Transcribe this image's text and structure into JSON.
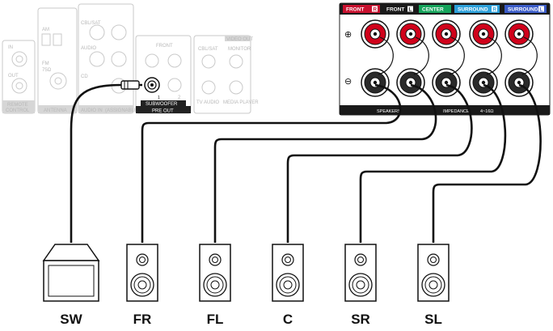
{
  "receiver": {
    "left_panel": {
      "in_label": "IN",
      "out_label": "OUT",
      "remote_control_label_1": "REMOTE",
      "remote_control_label_2": "CONTROL",
      "am_label": "AM",
      "fm_label": "FM",
      "fm_impedance": "75Ω",
      "antenna_label": "ANTENNA",
      "cbl_sat_label": "CBL/SAT",
      "audio_label": "AUDIO",
      "cd_label": "CD",
      "audio_in_label": "AUDIO IN",
      "audio_in_sub": "(ASSIGNABLE)",
      "front_label": "FRONT",
      "subwoofer_label": "SUBWOOFER",
      "pre_out_label": "PRE OUT",
      "sub_num_1": "1",
      "sub_num_2": "2",
      "video_out_label": "VIDEO OUT",
      "monitor_label": "MONITOR",
      "cbl_sat_2_label": "CBL/SAT",
      "media_player_label": "MEDIA PLAYER",
      "tv_audio_label": "TV AUDIO"
    },
    "speaker_panel": {
      "headers": [
        "FRONT",
        "FRONT",
        "CENTER",
        "SURROUND",
        "SURROUND"
      ],
      "header_suffix": [
        "R",
        "L",
        "",
        "R",
        "L"
      ],
      "header_colors": [
        "#c8102e",
        "#ffffff",
        "#14a35a",
        "#2b9fd9",
        "#3a5bc7"
      ],
      "plus_label": "⊕",
      "minus_label": "⊖",
      "speakers_label": "SPEAKERS",
      "impedance_label": "IMPEDANCE",
      "impedance_value": "4~16Ω"
    }
  },
  "speakers": [
    {
      "id": "sw",
      "label": "SW",
      "kind": "subwoofer"
    },
    {
      "id": "fr",
      "label": "FR",
      "kind": "bookshelf"
    },
    {
      "id": "fl",
      "label": "FL",
      "kind": "bookshelf"
    },
    {
      "id": "c",
      "label": "C",
      "kind": "bookshelf"
    },
    {
      "id": "sr",
      "label": "SR",
      "kind": "bookshelf"
    },
    {
      "id": "sl",
      "label": "SL",
      "kind": "bookshelf"
    }
  ]
}
